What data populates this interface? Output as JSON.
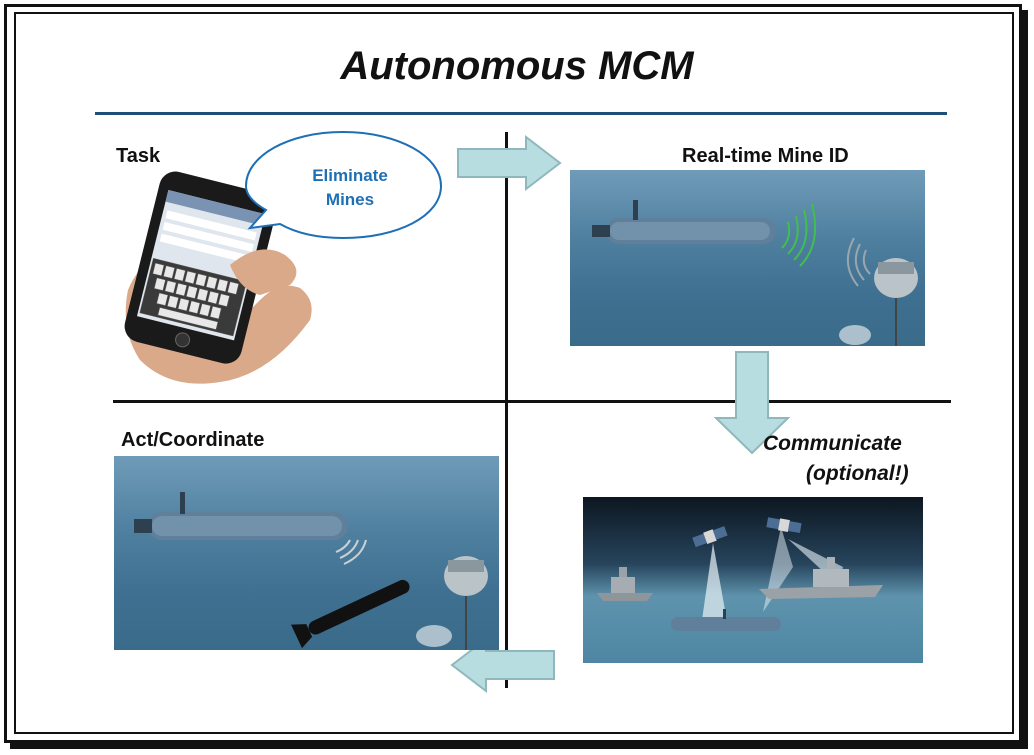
{
  "slide": {
    "title": "Autonomous MCM"
  },
  "quadrants": {
    "task": {
      "label": "Task",
      "bubble": [
        "Eliminate",
        "Mines"
      ]
    },
    "mine_id": {
      "label": "Real-time Mine ID"
    },
    "communicate": {
      "label_line1": "Communicate",
      "label_line2": "(optional!)"
    },
    "act": {
      "label": "Act/Coordinate"
    }
  },
  "colors": {
    "title_rule": "#1f4e79",
    "bubble_text": "#1f6fb5",
    "bubble_border": "#1f6fb5",
    "arrow_fill": "#b7dde0",
    "arrow_stroke": "#8fb8bd",
    "sonar_green": "#3fbf4f"
  }
}
